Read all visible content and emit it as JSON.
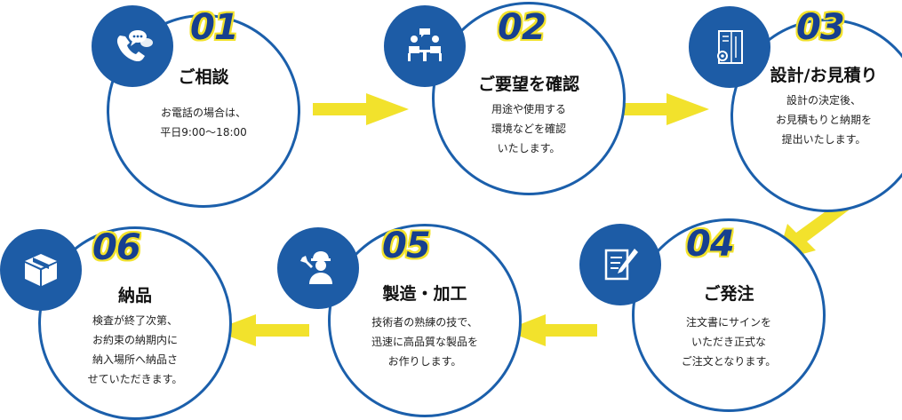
{
  "steps": [
    {
      "number": "01",
      "title": "ご相談",
      "description": "お電話の場合は、\n平日9:00〜18:00",
      "icon": "phone-chat-icon"
    },
    {
      "number": "02",
      "title": "ご要望を確認",
      "description": "用途や使用する\n環境などを確認\nいたします。",
      "icon": "meeting-icon"
    },
    {
      "number": "03",
      "title": "設計/お見積り",
      "description": "設計の決定後、\nお見積もりと納期を\n提出いたします。",
      "icon": "blueprint-icon"
    },
    {
      "number": "04",
      "title": "ご発注",
      "description": "注文書にサインを\nいただき正式な\nご注文となります。",
      "icon": "document-pen-icon"
    },
    {
      "number": "05",
      "title": "製造・加工",
      "description": "技術者の熟練の技で、\n迅速に高品質な製品を\nお作りします。",
      "icon": "worker-wrench-icon"
    },
    {
      "number": "06",
      "title": "納品",
      "description": "検査が終了次第、\nお約束の納期内に\n納入場所へ納品さ\nせていただきます。",
      "icon": "box-icon"
    }
  ],
  "colors": {
    "accent": "#1d5ca6",
    "circle_border": "#1b5fab",
    "arrow": "#f2e22c",
    "number": "#163f8f"
  }
}
